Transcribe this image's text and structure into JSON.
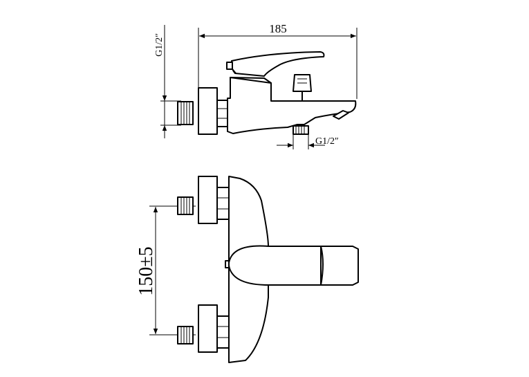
{
  "dimensions": {
    "overall_width": "185",
    "inlet_thread": "G1/2″",
    "outlet_thread": "G1/2″",
    "center_distance": "150±5"
  }
}
